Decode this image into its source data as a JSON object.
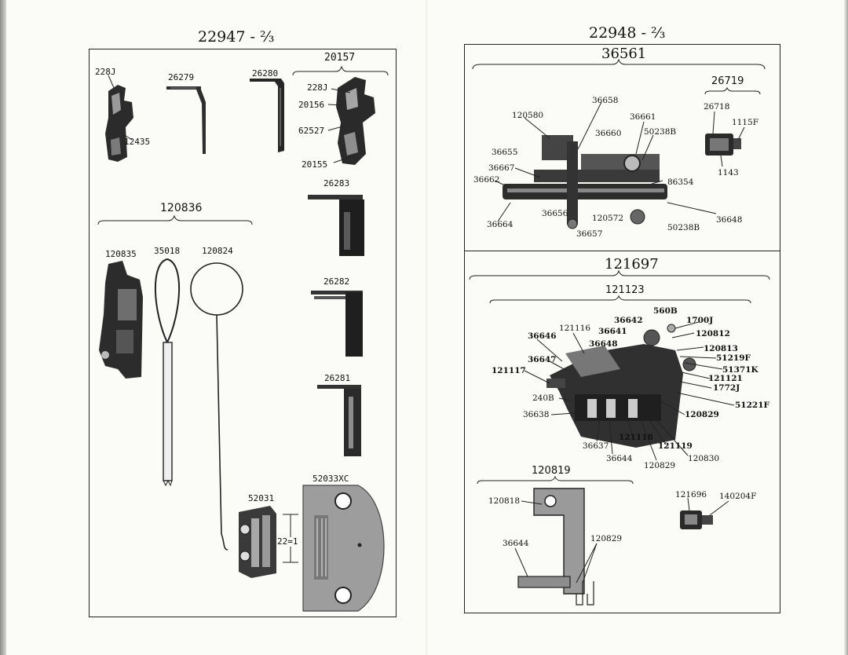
{
  "left_page": {
    "title": "22947 - ⅔",
    "group_20157": "20157",
    "group_120836": "120836",
    "labels": {
      "p228J_a": "228J",
      "p12435": "12435",
      "p26279": "26279",
      "p26280": "26280",
      "p228J_b": "228J",
      "p20156": "20156",
      "p62527": "62527",
      "p20155": "20155",
      "p26283": "26283",
      "p26282": "26282",
      "p26281": "26281",
      "p120835": "120835",
      "p35018": "35018",
      "p120824": "120824",
      "p52033XC": "52033XC",
      "p52031": "52031",
      "p22eq1": "22=1"
    }
  },
  "right_page": {
    "title": "22948 - ⅔",
    "top_box_title": "36561",
    "group_26719": "26719",
    "top_labels": {
      "p36658": "36658",
      "p120580": "120580",
      "p36661": "36661",
      "p36660": "36660",
      "p50238B_a": "50238B",
      "p26718": "26718",
      "p1115F": "1115F",
      "p1143": "1143",
      "p36655": "36655",
      "p36667": "36667",
      "p36662": "36662",
      "p86354": "86354",
      "p36656": "36656",
      "p120572": "120572",
      "p36664_a": "36664",
      "p36657": "36657",
      "p50238B_b": "50238B",
      "p36648_a": "36648"
    },
    "bottom_box_title": "121697",
    "group_121123": "121123",
    "group_120819": "120819",
    "bottom_labels": {
      "p560B": "560B",
      "p1700J": "1700J",
      "p36642": "36642",
      "p121116": "121116",
      "p36641": "36641",
      "p36646": "36646",
      "p120812": "120812",
      "p36648_b": "36648",
      "p120813": "120813",
      "p51219F": "51219F",
      "p36647": "36647",
      "p51371K": "51371K",
      "p121117": "121117",
      "p121121": "121121",
      "p1772J": "1772J",
      "p240B": "240B",
      "p51221F": "51221F",
      "p36638": "36638",
      "p120829_a": "120829",
      "p121118": "121118",
      "p36637": "36637",
      "p121119": "121119",
      "p36644_a": "36644",
      "p120830": "120830",
      "p120829_b": "120829",
      "p120818": "120818",
      "p121696": "121696",
      "p140204F": "140204F",
      "p120829_c": "120829",
      "p36644_b": "36644"
    }
  }
}
